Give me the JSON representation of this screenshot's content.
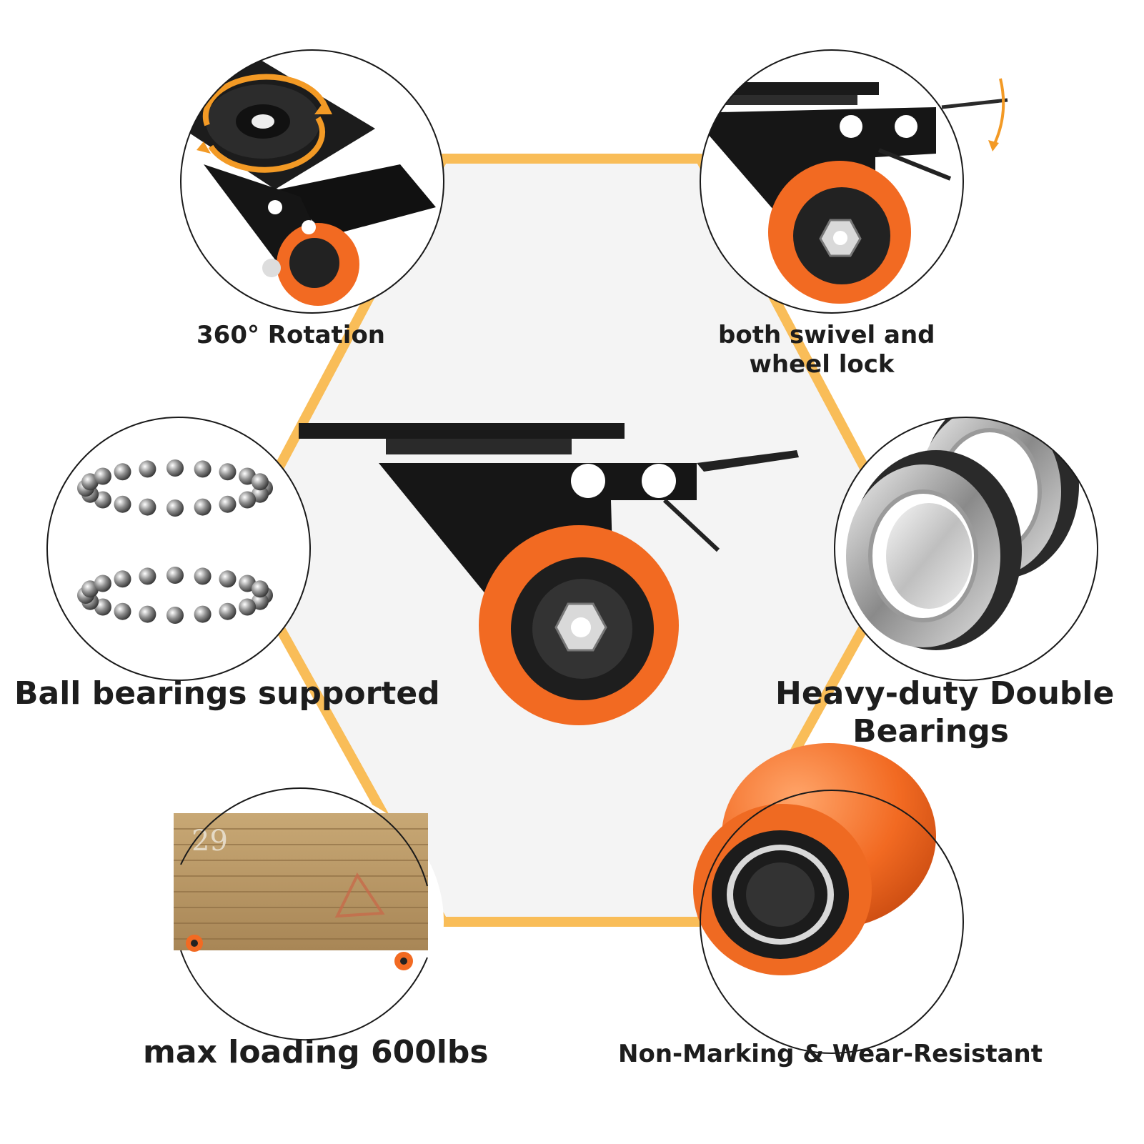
{
  "colors": {
    "accent_line": "#f9bd58",
    "hexagon_fill": "#f4f4f4",
    "wheel_orange": "#f26a22",
    "bracket_black": "#1a1a1a",
    "text": "#1d1d1d"
  },
  "features": [
    {
      "id": "rotation",
      "icon": "swivel-plate-icon",
      "lines": [
        "360° Rotation"
      ]
    },
    {
      "id": "lock",
      "icon": "caster-brake-icon",
      "lines": [
        "both swivel and",
        "wheel lock"
      ]
    },
    {
      "id": "ball-bearings",
      "icon": "ball-bearing-rings-icon",
      "lines": [
        "Ball bearings supported"
      ]
    },
    {
      "id": "double-bearings",
      "icon": "double-bearing-icon",
      "lines": [
        "Heavy-duty Double",
        "Bearings"
      ]
    },
    {
      "id": "loading",
      "icon": "wooden-crate-icon",
      "lines": [
        "max loading 600lbs"
      ]
    },
    {
      "id": "non-marking",
      "icon": "orange-wheel-icon",
      "lines": [
        "Non-Marking & Wear-Resistant"
      ]
    }
  ],
  "crate": {
    "number": "29"
  }
}
